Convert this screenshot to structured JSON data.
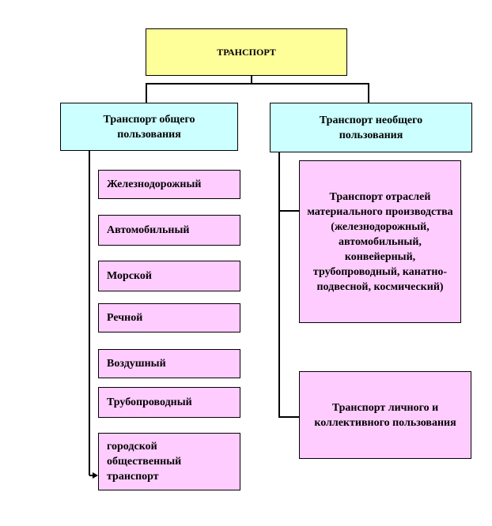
{
  "root": {
    "label": "ТРАНСПОРТ"
  },
  "left_category": {
    "label": "Транспорт общего пользования"
  },
  "right_category": {
    "label": "Транспорт необщего пользования"
  },
  "left_items": [
    "Железнодорожный",
    "Автомобильный",
    "Морской",
    "Речной",
    "Воздушный",
    "Трубопроводный",
    "городской общественный транспорт"
  ],
  "right_items": [
    "Транспорт отраслей материального производства (железнодорожный, автомобильный, конвейерный, трубопроводный, канатно-подвесной, космический)",
    "Транспорт личного и коллективного пользования"
  ],
  "colors": {
    "root_fill": "#ffff99",
    "category_fill": "#ccffff",
    "item_fill": "#ffccff",
    "line": "#000000"
  }
}
